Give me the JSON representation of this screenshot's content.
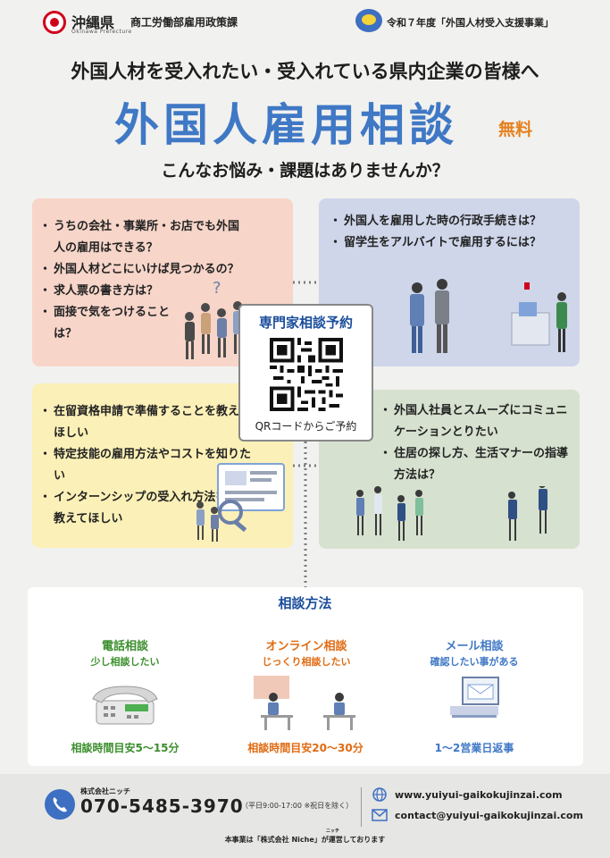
{
  "header": {
    "pref_name": "沖縄県",
    "pref_en": "Okinawa Prefecture",
    "department": "商工労働部雇用政策課",
    "project": "令和７年度「外国人材受入支援事業」"
  },
  "hero": {
    "lead": "外国人材を受入れたい・受入れている県内企業の皆様へ",
    "title": "外国人雇用相談",
    "free": "無料",
    "question": "こんなお悩み・課題はありませんか？"
  },
  "concerns": {
    "top_left": [
      "うちの会社・事業所・お店でも外国人の雇用はできる？",
      "外国人材どこにいけば見つかるの？",
      "求人票の書き方は？",
      "面接で気をつけることは？"
    ],
    "top_right": [
      "外国人を雇用した時の行政手続きは？",
      "留学生をアルバイトで雇用するには？"
    ],
    "bottom_left": [
      "在留資格申請で準備することを教えてほしい",
      "特定技能の雇用方法やコストを知りたい",
      "インターンシップの受入れ方法を教えてほしい"
    ],
    "bottom_right": [
      "外国人社員とスムーズにコミュニケーションとりたい",
      "住居の探し方、生活マナーの指導方法は？"
    ]
  },
  "qr": {
    "title": "専門家相談予約",
    "caption": "QRコードからご予約"
  },
  "methods": {
    "heading": "相談方法",
    "items": [
      {
        "title": "電話相談",
        "sub": "少し相談したい",
        "time": "相談時間目安5～15分",
        "color": "#3c8f2e",
        "icon": "telephone-icon"
      },
      {
        "title": "オンライン相談",
        "sub": "じっくり相談したい",
        "time": "相談時間目安20～30分",
        "color": "#e06b12",
        "icon": "video-call-icon"
      },
      {
        "title": "メール相談",
        "sub": "確認したい事がある",
        "time": "1～2営業日返事",
        "color": "#3f78c5",
        "icon": "laptop-mail-icon"
      }
    ]
  },
  "footer": {
    "company": "株式会社ニッチ",
    "phone": "070-5485-3970",
    "hours": "（平日9:00-17:00 ※祝日を除く）",
    "website": "www.yuiyui-gaikokujinzai.com",
    "email": "contact@yuiyui-gaikokujinzai.com",
    "operated_by": "本事業は「株式会社 Niche」が運営しております",
    "niche_ruby": "ニッチ"
  },
  "colors": {
    "title_blue": "#3f78c5",
    "accent_orange": "#e5801d",
    "navy": "#1a4d9c",
    "pink_box": "#f7d5c9",
    "lavender_box": "#cfd6ea",
    "yellow_box": "#fbf0b7",
    "green_box": "#d6e1cf"
  }
}
